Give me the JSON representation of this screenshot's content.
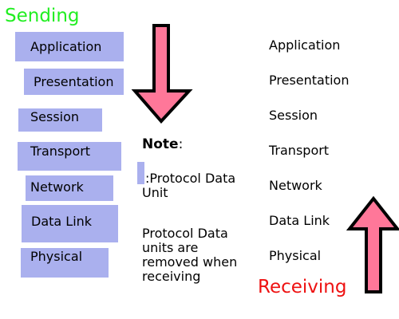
{
  "diagram": {
    "sending_label": "Sending",
    "receiving_label": "Receiving",
    "colors": {
      "sending": "#22ee22",
      "receiving": "#ee1111",
      "pdu_fill": "#aab0ee",
      "arrow_fill": "#ff7799",
      "arrow_stroke": "#000000"
    },
    "sending_layers": [
      "Application",
      "Presentation",
      "Session",
      "Transport",
      "Network",
      "Data Link",
      "Physical"
    ],
    "receiving_layers": [
      "Application",
      "Presentation",
      "Session",
      "Transport",
      "Network",
      "Data Link",
      "Physical"
    ],
    "note": {
      "title": "Note",
      "title_suffix": ":",
      "legend_text": ":Protocol Data Unit",
      "body": "Protocol Data units are removed when receiving"
    }
  }
}
